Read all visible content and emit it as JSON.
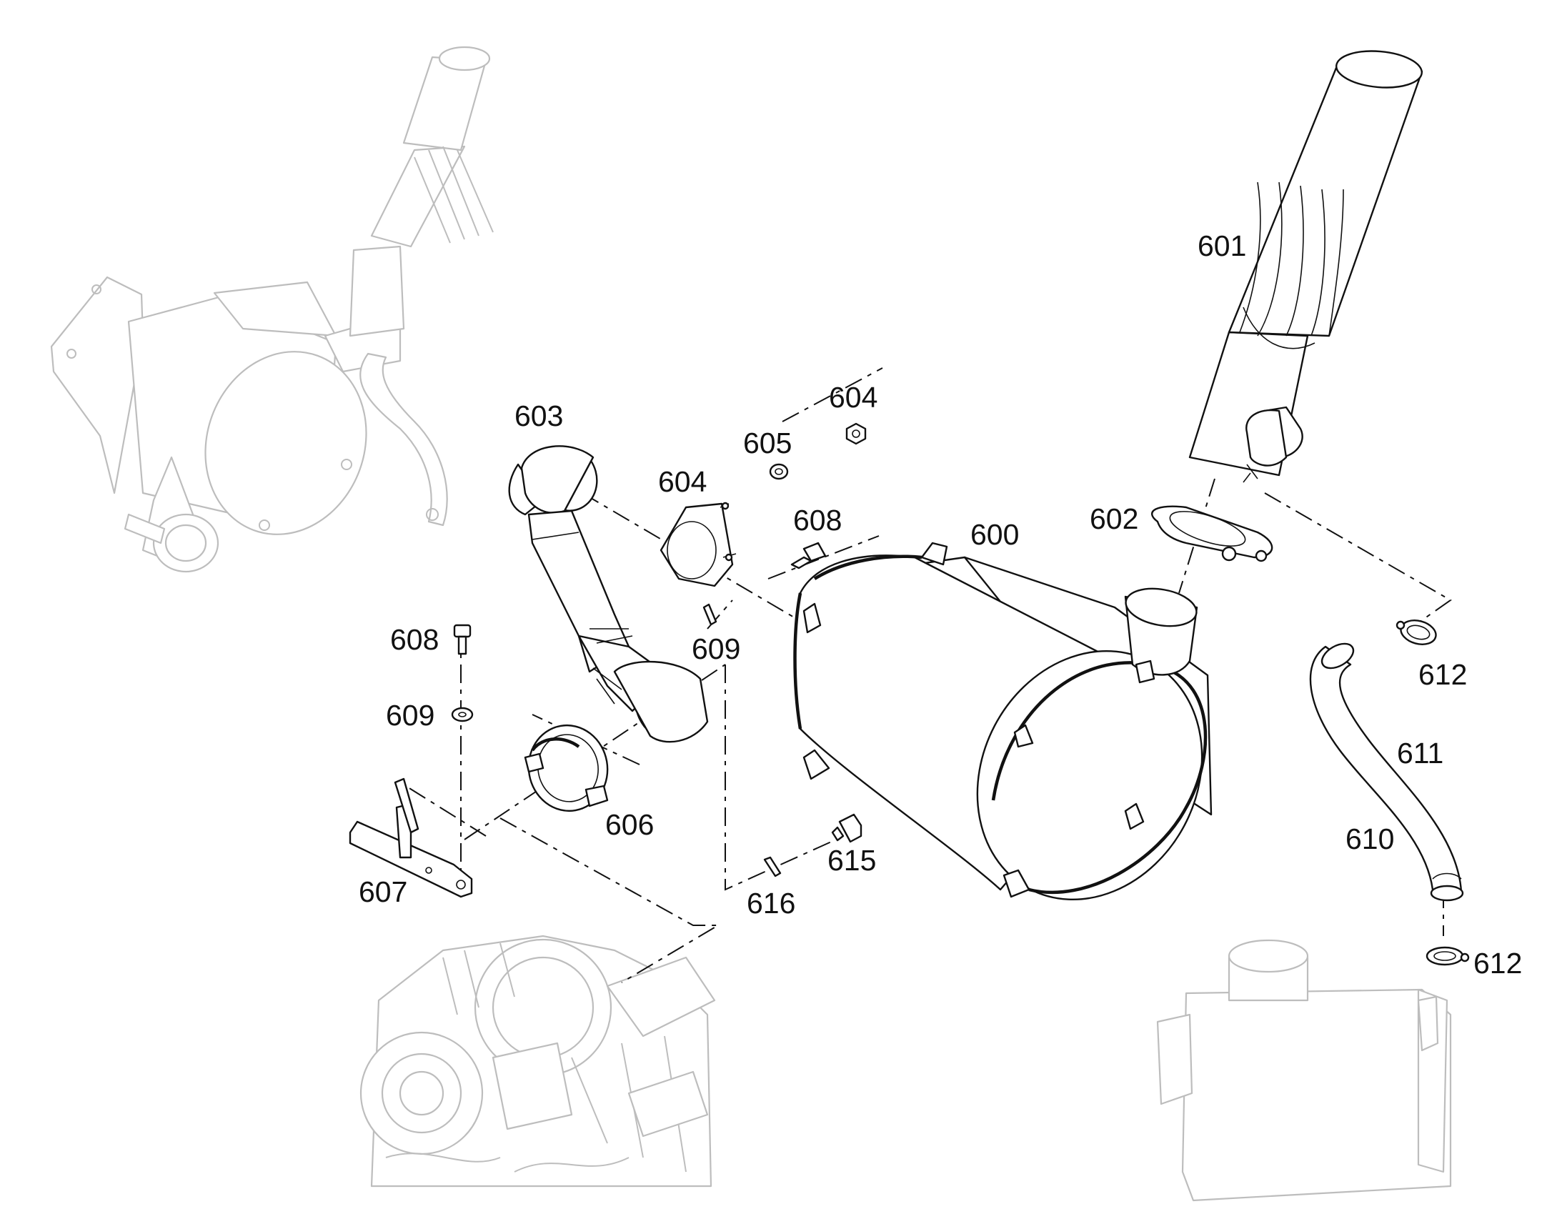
{
  "callouts": {
    "c600": "600",
    "c601": "601",
    "c602": "602",
    "c603": "603",
    "c604_a": "604",
    "c604_b": "604",
    "c605": "605",
    "c606": "606",
    "c607": "607",
    "c608_a": "608",
    "c608_b": "608",
    "c609_a": "609",
    "c609_b": "609",
    "c610": "610",
    "c611": "611",
    "c612_a": "612",
    "c612_b": "612",
    "c615": "615",
    "c616": "616"
  }
}
